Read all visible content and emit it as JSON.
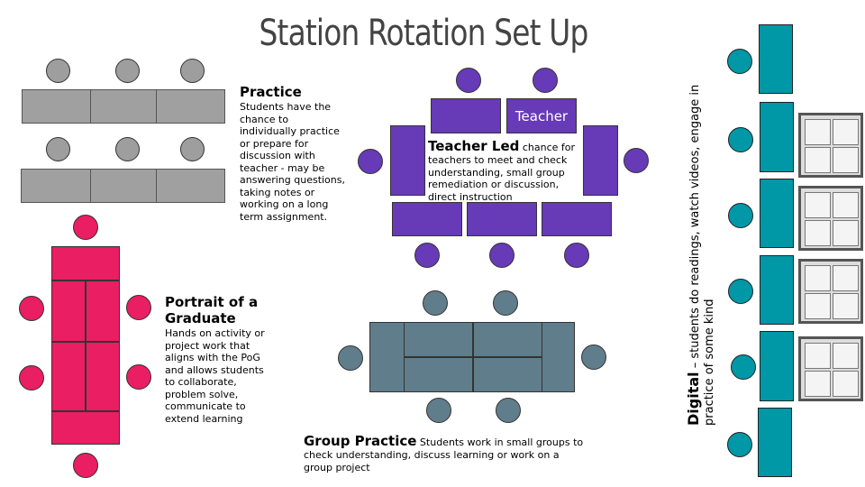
{
  "title": "Station Rotation Set Up",
  "practice": {
    "heading": "Practice",
    "body": "Students have the chance to individually practice or prepare for discussion with teacher - may be answering questions, taking notes or working on a long term assignment."
  },
  "teacher_led": {
    "desk_label": "Teacher",
    "heading": "Teacher Led",
    "body": " chance for teachers to meet and check understanding, small group remediation or discussion, direct instruction"
  },
  "portrait": {
    "heading": "Portrait of a Graduate",
    "body": "Hands on activity or project work that aligns with the PoG and allows students to collaborate, problem solve, communicate to extend learning"
  },
  "group_practice": {
    "heading": "Group Practice",
    "body": " Students work in small groups to check understanding, discuss learning or work on a group project"
  },
  "digital": {
    "heading": "Digital",
    "body": " – students do readings, watch videos, engage in practice of some kind"
  },
  "colors": {
    "practice": "#9e9e9e",
    "teacher_led": "#673ab7",
    "portrait": "#e91e63",
    "group_practice": "#607d8b",
    "digital": "#0097a7",
    "title": "#434343"
  }
}
